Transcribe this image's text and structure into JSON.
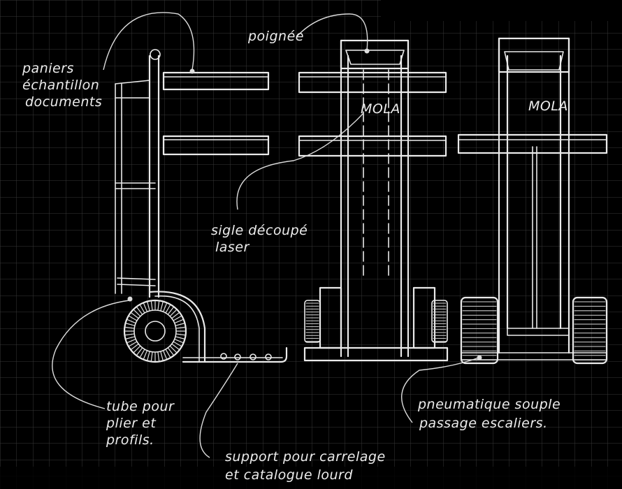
{
  "sheet": {
    "background": "#000000",
    "grid_color": "#3a3a3a",
    "line_color": "#eaeaea"
  },
  "logo": {
    "text": "MOLA"
  },
  "annotations": {
    "brochures": [
      "paniers",
      "échantillon",
      "documents"
    ],
    "handle": [
      "poignée"
    ],
    "cutout_logo": [
      "sigle découpé",
      "laser"
    ],
    "tube": [
      "tube pour",
      "plier et",
      "profils."
    ],
    "tile_support": [
      "support pour carrelage",
      "et catalogue lourd"
    ],
    "tyres": [
      "pneumatique souple",
      "passage escaliers."
    ]
  }
}
